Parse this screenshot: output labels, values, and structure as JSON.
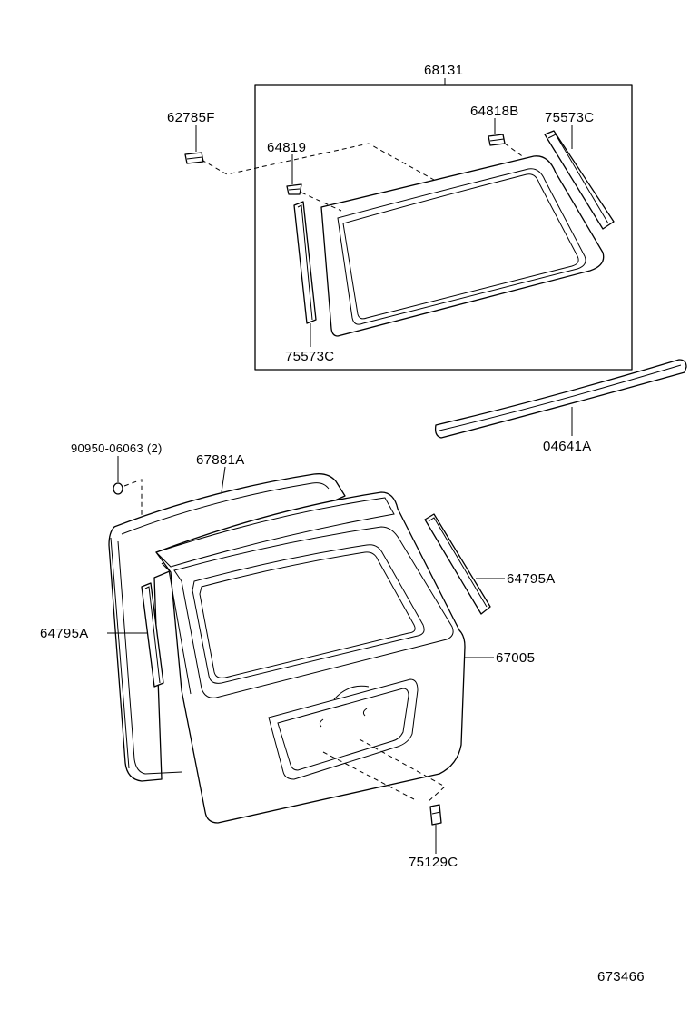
{
  "parts": {
    "p68131": "68131",
    "p62785F": "62785F",
    "p64818B": "64818B",
    "p75573C_top": "75573C",
    "p64819": "64819",
    "p75573C_bottom": "75573C",
    "p04641A": "04641A",
    "p90950": "90950-06063 (2)",
    "p67881A": "67881A",
    "p64795A_right": "64795A",
    "p64795A_left": "64795A",
    "p67005": "67005",
    "p75129C": "75129C"
  },
  "diagram_code": "673466"
}
